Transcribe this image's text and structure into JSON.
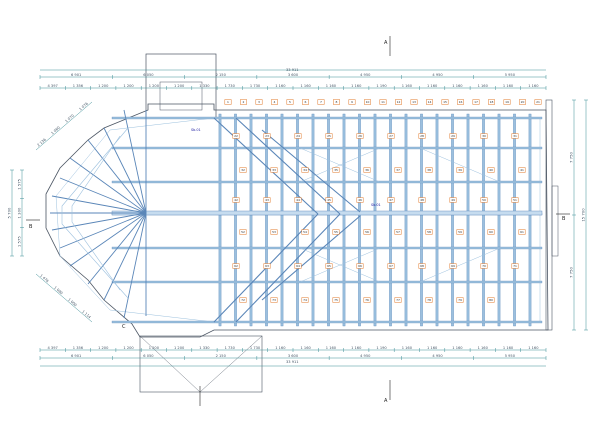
{
  "colors": {
    "beam": "#5a86b8",
    "beam_light": "#9cc0de",
    "dimension": "#3d8f96",
    "tag_border": "#e07a2c",
    "tag_fill": "#ffffff",
    "label_blue": "#2a2ad0",
    "outline": "#4b5563"
  },
  "section_labels": {
    "top": "A",
    "bottom": "A",
    "left": "B",
    "right": "B",
    "bottom_left": "C"
  },
  "markers": {
    "left": "Sb.01",
    "center": "Sb.01"
  },
  "dimensions": {
    "total_top": "33 911",
    "total_bottom": "33 911",
    "top_row1": [
      "6 901",
      "6 050",
      "2 150",
      "3 600",
      "4 950",
      "4 950",
      "5 950"
    ],
    "top_row2": [
      "4 397",
      "1 356",
      "1 200",
      "1 200",
      "1 200",
      "1 200",
      "1 330",
      "1 730",
      "1 730",
      "1 160",
      "1 160",
      "1 160",
      "1 160",
      "1 190",
      "1 160",
      "1 160",
      "1 160",
      "1 160",
      "1 160",
      "1 160"
    ],
    "bottom_row1": [
      "4 397",
      "1 356",
      "1 200",
      "1 200",
      "1 200",
      "1 200",
      "1 330",
      "1 730",
      "1 730",
      "1 160",
      "1 160",
      "1 160",
      "1 160",
      "1 190",
      "1 160",
      "1 160",
      "1 160",
      "1 160",
      "1 160",
      "1 160"
    ],
    "bottom_row2": [
      "6 901",
      "6 050",
      "2 150",
      "3 600",
      "4 950",
      "4 950",
      "5 950"
    ],
    "right_total": "15 700",
    "right_parts": [
      "7 750",
      "7 750"
    ],
    "left_parts": [
      "1 575",
      "1 300",
      "1 575"
    ],
    "left_total": "5 700",
    "diag_left_top": [
      "2 136",
      "1 060",
      "1 070",
      "1 076"
    ],
    "diag_left_bottom": [
      "1 476",
      "1 080",
      "1 000",
      "1 114"
    ]
  },
  "beam_tags": [
    "1",
    "2",
    "3",
    "4",
    "5",
    "6",
    "7",
    "8",
    "9",
    "10",
    "11",
    "12",
    "13",
    "14",
    "15",
    "16",
    "17",
    "18",
    "19",
    "20",
    "21",
    "22",
    "23",
    "24",
    "25",
    "26",
    "27",
    "28",
    "29",
    "30",
    "31",
    "32",
    "33",
    "34",
    "35",
    "36",
    "37",
    "38",
    "39",
    "40",
    "41",
    "42",
    "43",
    "44",
    "45",
    "46",
    "47",
    "48",
    "49",
    "50",
    "51",
    "52",
    "53",
    "54",
    "55",
    "56",
    "57",
    "58",
    "59",
    "60",
    "61",
    "62",
    "63",
    "64",
    "65",
    "66",
    "67",
    "68",
    "69",
    "70",
    "71",
    "72",
    "73",
    "74",
    "75",
    "76",
    "77",
    "78",
    "79",
    "80"
  ]
}
